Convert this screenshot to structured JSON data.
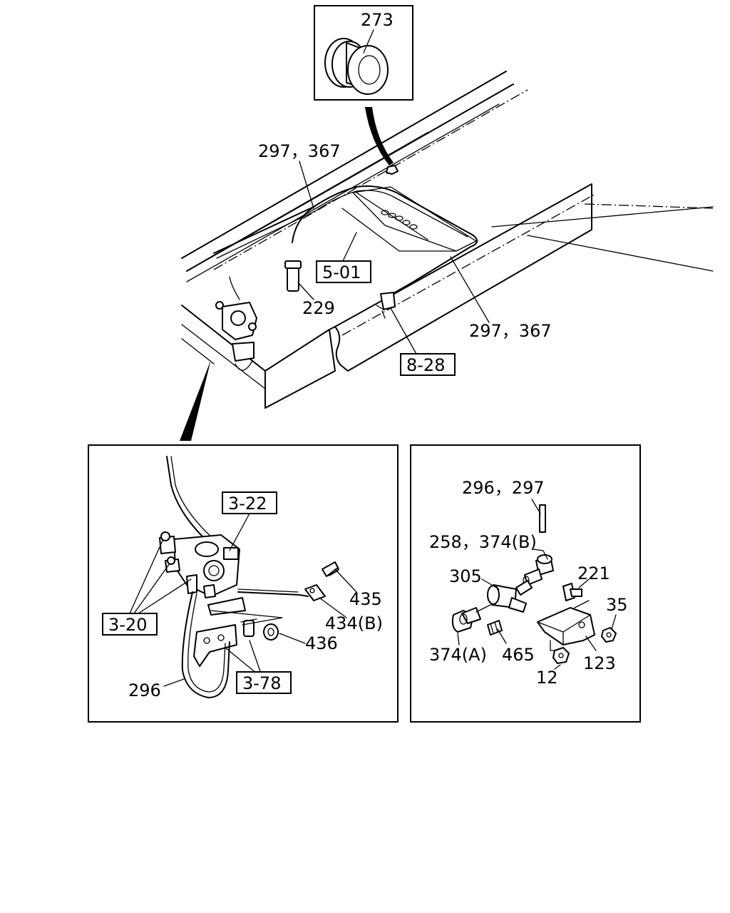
{
  "callouts": {
    "c273": "273",
    "c297_367_top": "297，367",
    "c229": "229",
    "c297_367_right": "297，367",
    "c296_297": "296，297",
    "c258_374b": "258，374(B)",
    "c305": "305",
    "c221": "221",
    "c35": "35",
    "c374a": "374(A)",
    "c465": "465",
    "c123": "123",
    "c12": "12",
    "c435": "435",
    "c434b": "434(B)",
    "c436": "436",
    "c296": "296"
  },
  "references": {
    "r5_01": "5-01",
    "r8_28": "8-28",
    "r3_22": "3-22",
    "r3_20": "3-20",
    "r3_78": "3-78"
  }
}
